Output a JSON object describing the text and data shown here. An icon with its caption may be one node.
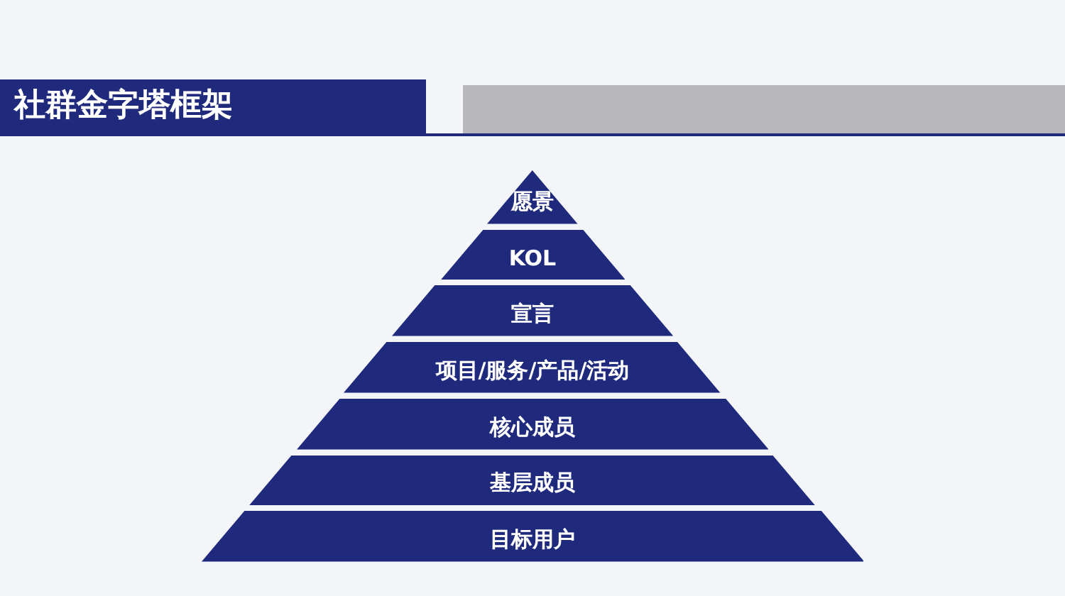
{
  "diagram": {
    "title": "社群金字塔框架",
    "nodes": [
      {
        "text": [
          "愿景"
        ]
      },
      {
        "text": [
          "KOL"
        ]
      },
      {
        "text": [
          "宣言"
        ]
      },
      {
        "text": [
          "项目/服务/产品/活动"
        ]
      },
      {
        "text": [
          "核心成员"
        ]
      },
      {
        "text": [
          "基层成员"
        ]
      },
      {
        "text": [
          "目标用户"
        ]
      }
    ]
  }
}
